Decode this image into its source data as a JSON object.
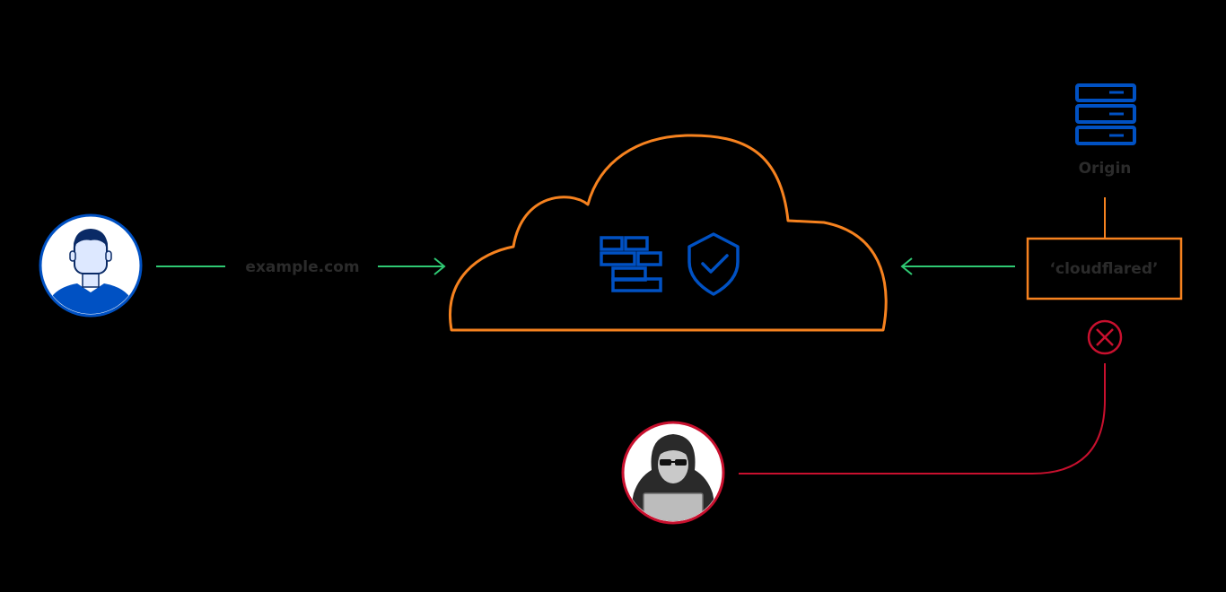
{
  "user": {
    "request_label": "example.com"
  },
  "cloudflare": {
    "icons": [
      "firewall-icon",
      "shield-check-icon"
    ]
  },
  "origin": {
    "label": "Origin",
    "icon": "server-icon"
  },
  "tunnel": {
    "label": "‘cloudflared’"
  },
  "attacker": {
    "icon": "hooded-hacker-icon",
    "blocked_icon": "blocked-x-icon"
  },
  "colors": {
    "background": "#000000",
    "brand_blue": "#0051c3",
    "cloud_orange": "#f6821f",
    "allowed_green": "#2fc973",
    "blocked_red": "#c8102e",
    "label_gray": "#2b2b2b"
  }
}
